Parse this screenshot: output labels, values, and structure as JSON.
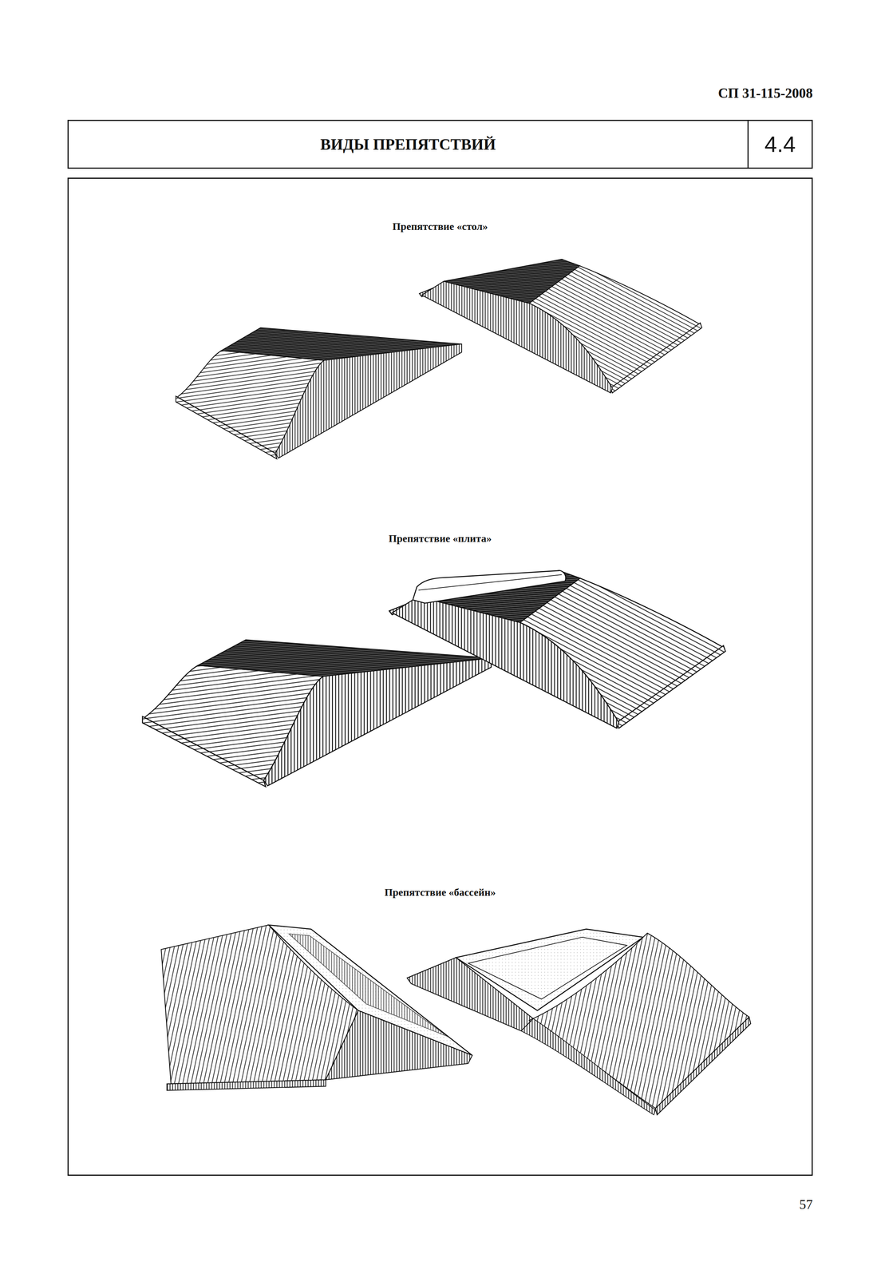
{
  "diagram": {
    "title": "ВИДЫ ПРЕПЯТСТВИЙ",
    "nodes": [
      {
        "text": [
          "4.4"
        ]
      },
      {
        "text": [
          "Препятствие «стол»",
          "Препятствие «плита»",
          "Препятствие «бассейн»"
        ]
      }
    ],
    "labels": [
      "СП 31-115-2008",
      "57"
    ]
  }
}
